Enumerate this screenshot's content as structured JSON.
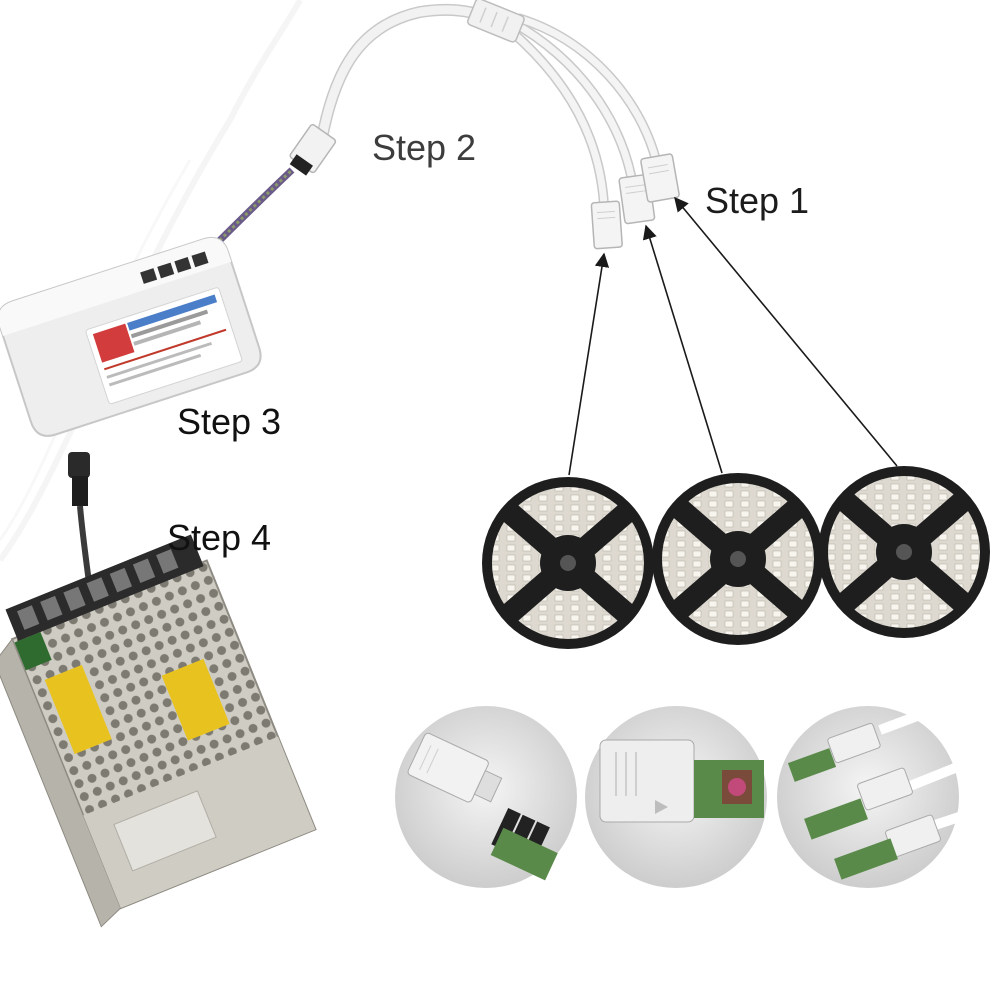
{
  "steps": [
    {
      "label": "Step 1"
    },
    {
      "label": "Step 2"
    },
    {
      "label": "Step 3"
    },
    {
      "label": "Step 4"
    }
  ],
  "colors": {
    "background": "#ffffff",
    "cable": "#f2f2f2",
    "cable_outline": "#c9c9c9",
    "arrow": "#1a1a1a",
    "reel": "#1e1e1e",
    "strip": "#d9d6cf",
    "psu_metal": "#c8c5bd",
    "psu_label": "#e8c21e",
    "controller": "#f4f4f4"
  },
  "icons": {
    "controller": "rgb-controller-icon",
    "splitter": "four-pin-splitter-icon",
    "reel": "led-strip-reel-icon",
    "psu": "power-supply-icon",
    "connector_detail": "connector-detail-icon"
  }
}
